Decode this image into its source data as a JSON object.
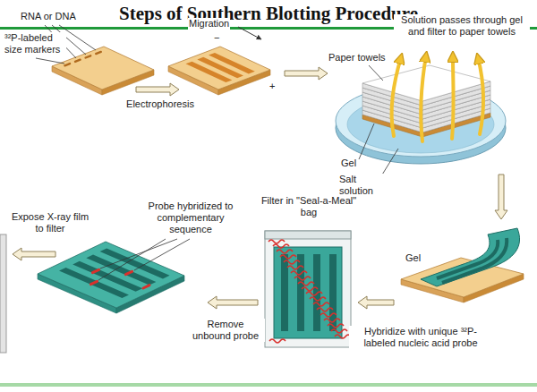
{
  "diagram": {
    "title": "Steps of Southern Blotting Procedure",
    "labels": [
      "RNA or DNA",
      "³²P-labeled size markers",
      "Electrophoresis",
      "Migration",
      "−",
      "+",
      "Solution passes through gel and filter to paper towels",
      "Paper towels",
      "Gel",
      "Salt solution",
      "Gel",
      "Filter in \"Seal-a-Meal\" bag",
      "Probe hybridized to complementary sequence",
      "Expose X-ray film to filter",
      "Remove unbound probe",
      "Hybridize with unique ³²P-labeled nucleic acid probe"
    ]
  }
}
